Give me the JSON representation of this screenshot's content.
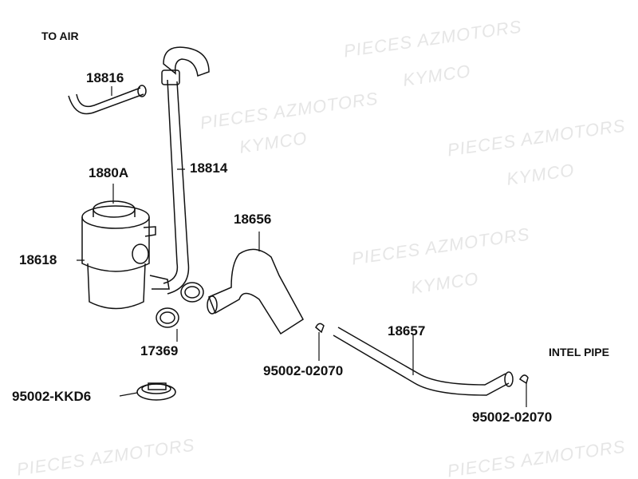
{
  "watermark": {
    "line1": "PIECES AZMOTORS",
    "line2": "KYMCO"
  },
  "labels": {
    "to_air": "TO AIR",
    "intel_pipe": "INTEL PIPE",
    "p18816": "18816",
    "p18814": "18814",
    "p1880A": "1880A",
    "p18618": "18618",
    "p18656": "18656",
    "p17369": "17369",
    "p95002_02070_a": "95002-02070",
    "p18657": "18657",
    "p95002_kkd6": "95002-KKD6",
    "p95002_02070_b": "95002-02070"
  }
}
